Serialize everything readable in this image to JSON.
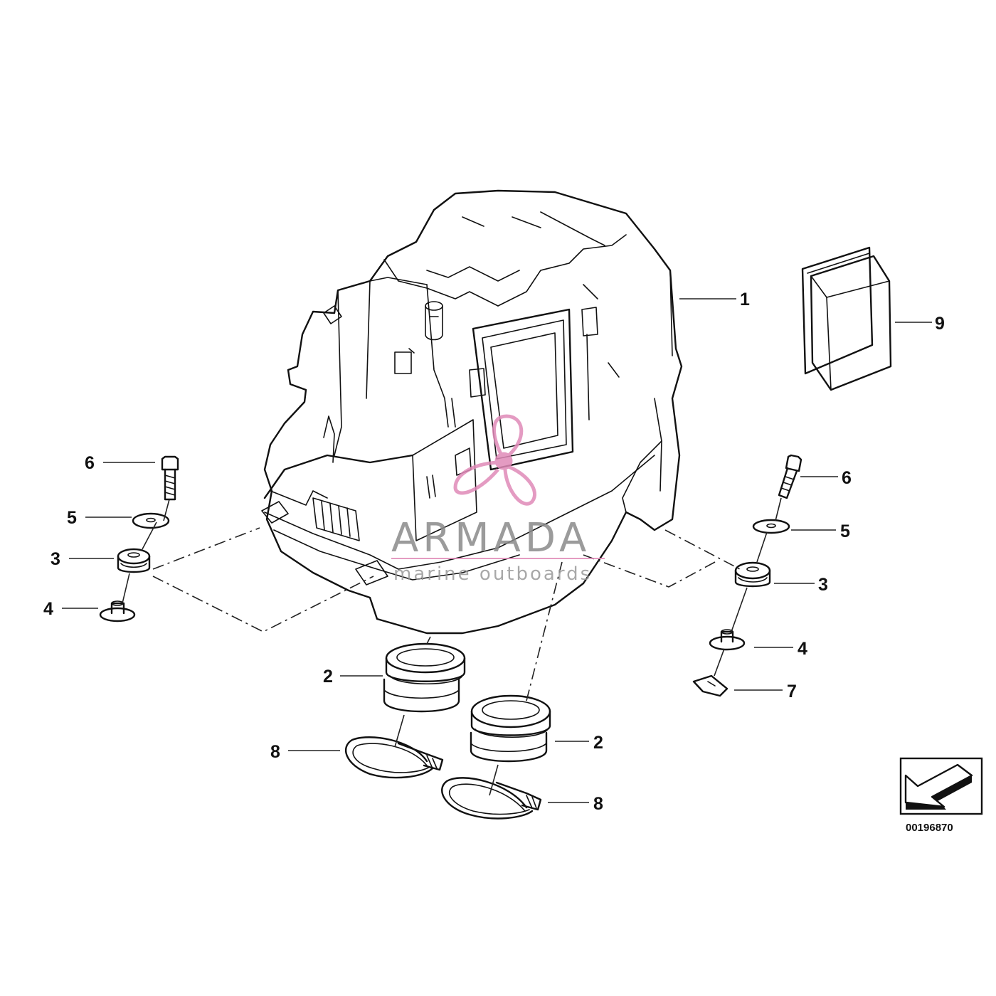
{
  "diagram": {
    "callouts": [
      {
        "id": "c1",
        "label": "1"
      },
      {
        "id": "c2a",
        "label": "2"
      },
      {
        "id": "c2b",
        "label": "2"
      },
      {
        "id": "c3a",
        "label": "3"
      },
      {
        "id": "c3b",
        "label": "3"
      },
      {
        "id": "c4a",
        "label": "4"
      },
      {
        "id": "c4b",
        "label": "4"
      },
      {
        "id": "c5a",
        "label": "5"
      },
      {
        "id": "c5b",
        "label": "5"
      },
      {
        "id": "c6a",
        "label": "6"
      },
      {
        "id": "c6b",
        "label": "6"
      },
      {
        "id": "c7",
        "label": "7"
      },
      {
        "id": "c8a",
        "label": "8"
      },
      {
        "id": "c8b",
        "label": "8"
      },
      {
        "id": "c9",
        "label": "9"
      }
    ],
    "figure_number": "00196870",
    "direction_icon": "arrow-down-left-icon"
  },
  "watermark": {
    "brand": "ARMADA",
    "tagline": "marine outboards",
    "logo_color": "#e08ab8",
    "text_color": "#8a8a8a"
  }
}
